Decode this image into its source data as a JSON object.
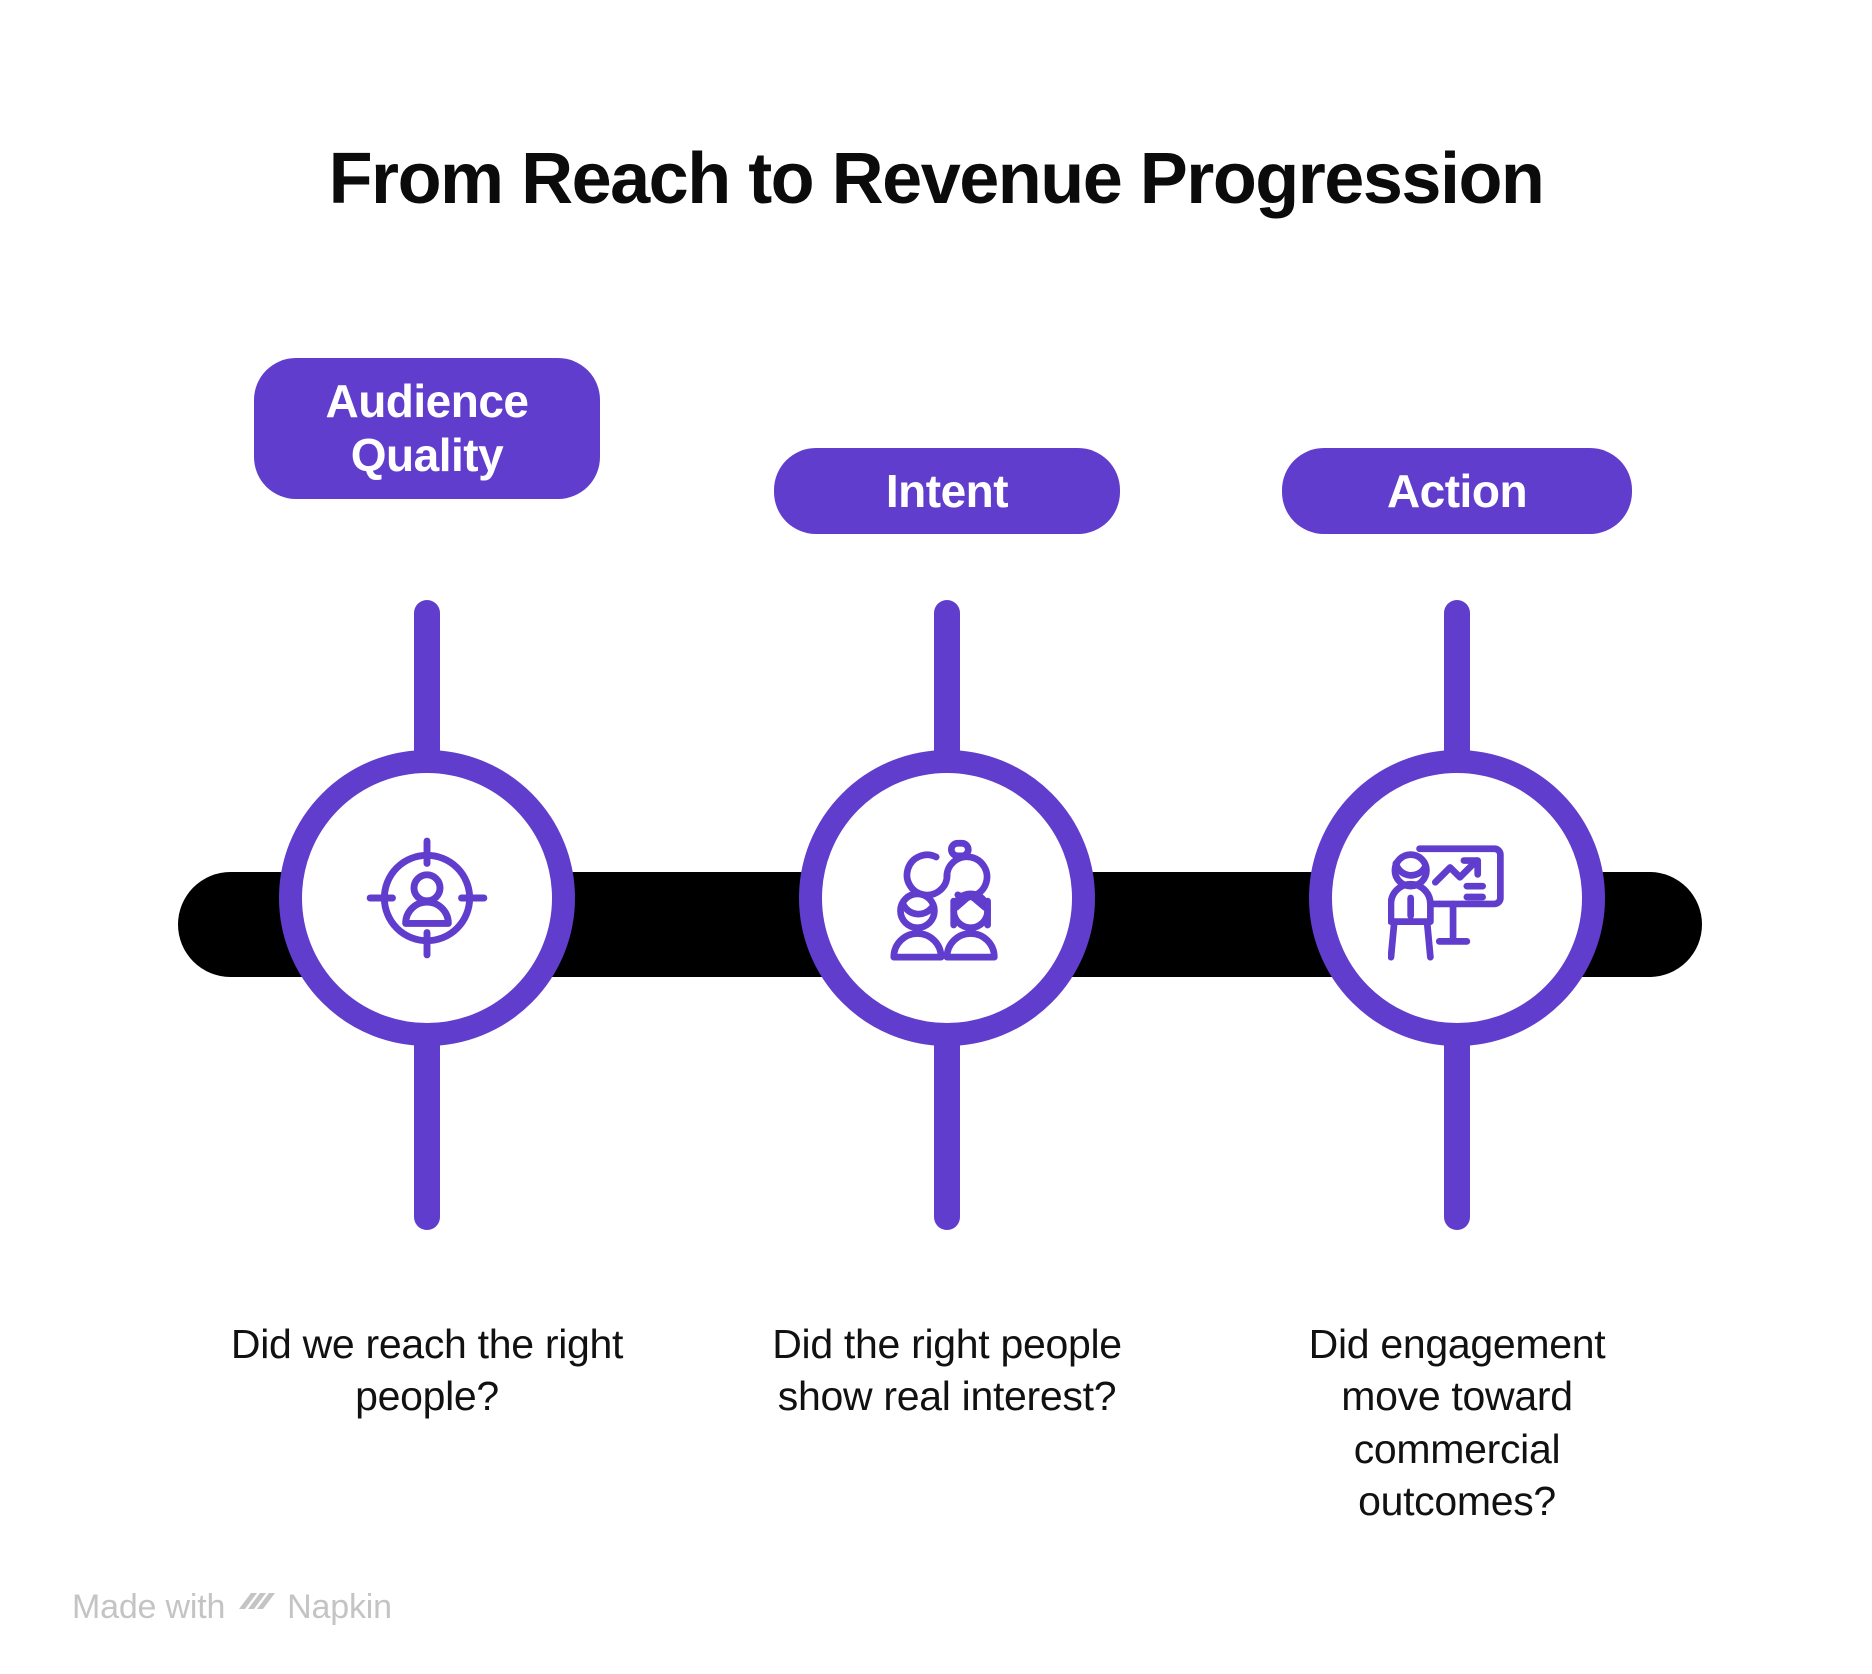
{
  "title": "From Reach to Revenue Progression",
  "theme": {
    "accent": "#603DCC",
    "bar": "#000000",
    "background": "#ffffff",
    "text": "#111111",
    "watermark": "#c4c4c4"
  },
  "steps": [
    {
      "label": "Audience\nQuality",
      "icon": "target-person-icon",
      "caption": "Did we reach the right people?"
    },
    {
      "label": "Intent",
      "icon": "two-people-rings-icon",
      "caption": "Did the right people show real interest?"
    },
    {
      "label": "Action",
      "icon": "presenter-chart-icon",
      "caption": "Did engagement move toward commercial outcomes?"
    }
  ],
  "footer": {
    "made_with": "Made with",
    "brand": "Napkin",
    "logo": "napkin-logo-icon"
  }
}
